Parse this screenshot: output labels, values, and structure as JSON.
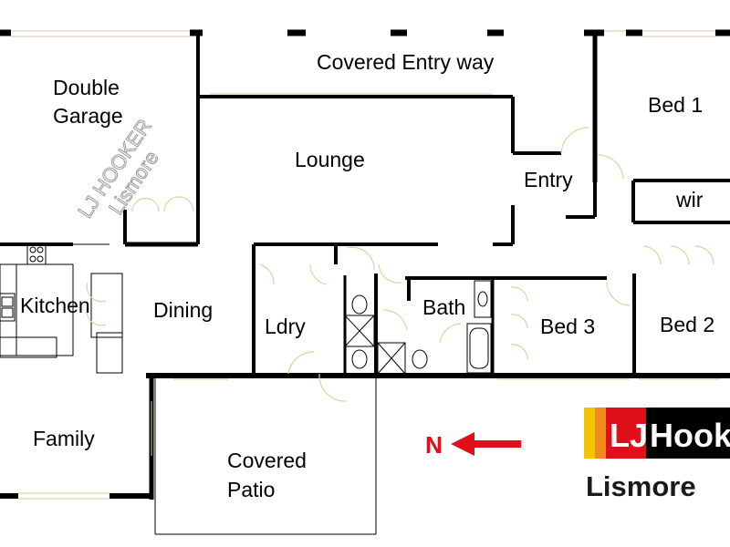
{
  "rooms": {
    "covered_entry_way": "Covered Entry way",
    "double_garage_line1": "Double",
    "double_garage_line2": "Garage",
    "lounge": "Lounge",
    "entry": "Entry",
    "bed1": "Bed 1",
    "wir": "wir",
    "kitchen": "Kitchen",
    "dining": "Dining",
    "ldry": "Ldry",
    "bath": "Bath",
    "bed3": "Bed 3",
    "bed2": "Bed 2",
    "family": "Family",
    "covered_patio_line1": "Covered",
    "covered_patio_line2": "Patio"
  },
  "compass": {
    "letter": "N",
    "color": "#e0101a"
  },
  "watermark": {
    "line1": "LJ HOOKER",
    "line2": "Lismore"
  },
  "brand": {
    "logo_left": "LJ",
    "logo_right": "Hook",
    "office": "Lismore",
    "colors": {
      "red": "#e0101a",
      "orange": "#f08a1c",
      "yellow": "#f5c400",
      "black": "#000000"
    }
  }
}
